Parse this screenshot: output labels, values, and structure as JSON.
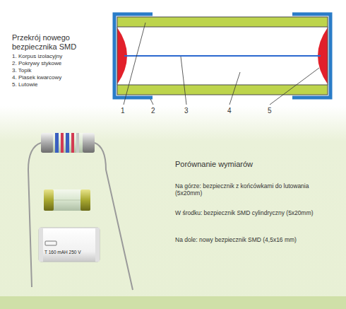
{
  "diagram": {
    "labels": [
      "Przekrój nowego bezpiecznika SMD",
      "1. Korpus izolacyjny",
      "2. Pokrywy stykowe",
      "3. Topik",
      "4. Piasek kwarcowy",
      "5. Lutowie",
      "1",
      "2",
      "3",
      "4",
      "5",
      "Porównanie wymiarów",
      "Na górze: bezpiecznik z końcówkami do lutowania (5x20mm)",
      "W środku: bezpiecznik SMD cylindryczny (5x20mm)",
      "Na dole: nowy bezpiecznik SMD (4,5x16 mm)",
      "T 160 mAH 250 V"
    ]
  }
}
